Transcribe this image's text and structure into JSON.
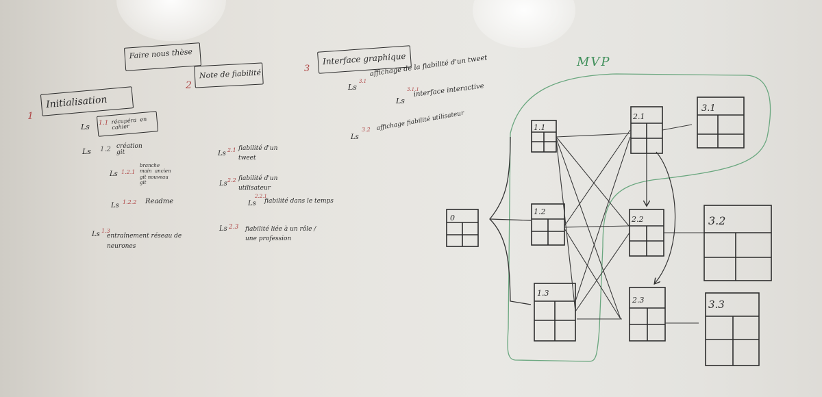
{
  "title_block": {
    "text": "Faire nous thèse"
  },
  "sections": [
    {
      "num": "1",
      "title": "Initialisation",
      "items": [
        {
          "prefix": "Ls",
          "num": "1.1",
          "text": "récupéra  en cahier"
        },
        {
          "prefix": "Ls",
          "num": "1.2",
          "text": "création git"
        },
        {
          "prefix": "Ls",
          "num": "1.2.1",
          "text": "branche main  ancien git nouveau git"
        },
        {
          "prefix": "Ls",
          "num": "1.2.2",
          "text": "Readme"
        },
        {
          "prefix": "Ls",
          "num": "1.3",
          "text": "entraînement réseau de neurones"
        }
      ]
    },
    {
      "num": "2",
      "title": "Note de fiabilité",
      "items": [
        {
          "prefix": "Ls",
          "num": "2.1",
          "text": "fiabilité d'un tweet"
        },
        {
          "prefix": "Ls",
          "num": "2.2",
          "text": "fiabilité d'un utilisateur"
        },
        {
          "prefix": "Ls",
          "num": "2.2.1",
          "text": "fiabilité dans le temps"
        },
        {
          "prefix": "Ls",
          "num": "2.3",
          "text": "fiabilité liée à un rôle / une profession"
        }
      ]
    },
    {
      "num": "3",
      "title": "Interface graphique",
      "items": [
        {
          "prefix": "Ls",
          "num": "3.1",
          "text": "affichage de la fiabilité d'un tweet"
        },
        {
          "prefix": "Ls",
          "num": "3.1.1",
          "text": "interface interactive"
        },
        {
          "prefix": "Ls",
          "num": "3.2",
          "text": "affichage fiabilité utilisateur"
        }
      ]
    }
  ],
  "diagram": {
    "mvp_label": "MVP",
    "tables": [
      "0",
      "1.1",
      "1.2",
      "1.3",
      "2.1",
      "2.2",
      "2.3",
      "3.1",
      "3.2",
      "3.3"
    ]
  },
  "colors": {
    "ink": "#2b2b2b",
    "red": "#b04848",
    "green": "#3f8f5a"
  }
}
